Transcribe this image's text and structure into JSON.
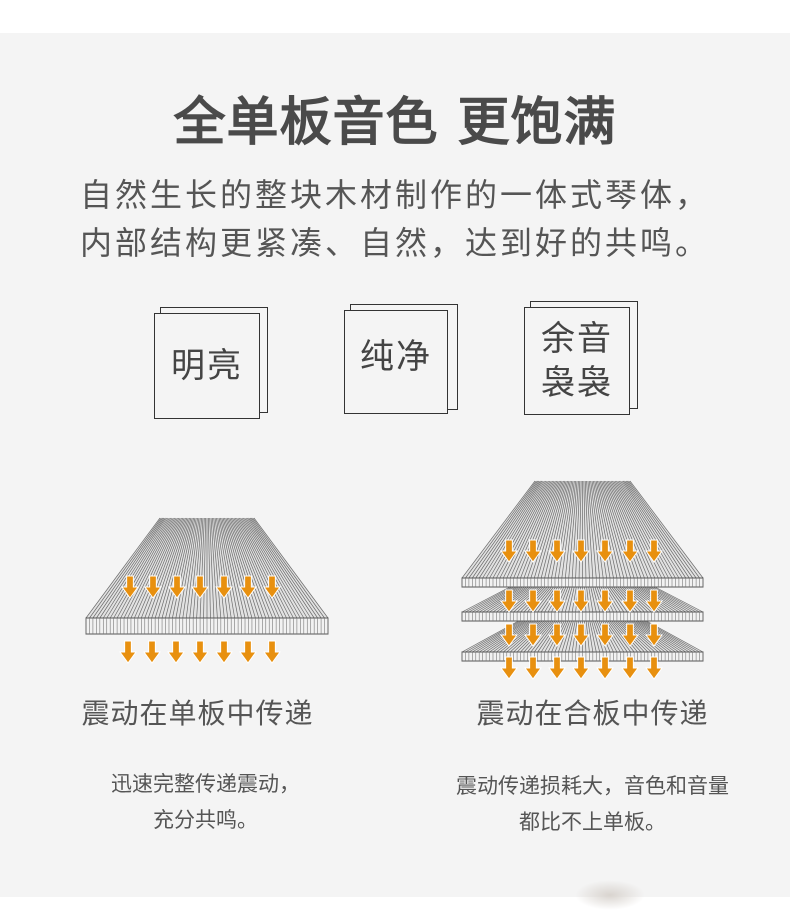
{
  "title": "全单板音色 更饱满",
  "intro": {
    "line1": "自然生长的整块木材制作的一体式琴体，",
    "line2": "内部结构更紧凑、自然，达到好的共鸣。"
  },
  "cards": [
    {
      "label": "明亮"
    },
    {
      "label": "纯净"
    },
    {
      "label_line1": "余音",
      "label_line2": "袅袅"
    }
  ],
  "left": {
    "caption": "震动在单板中传递",
    "desc_line1": "迅速完整传递震动，",
    "desc_line2": "充分共鸣。"
  },
  "right": {
    "caption": "震动在合板中传递",
    "desc_line1": "震动传递损耗大，音色和音量",
    "desc_line2": "都比不上单板。"
  },
  "colors": {
    "arrow": "#e8900f",
    "wood_line": "#6b6b6b",
    "background": "#f4f4f4"
  }
}
